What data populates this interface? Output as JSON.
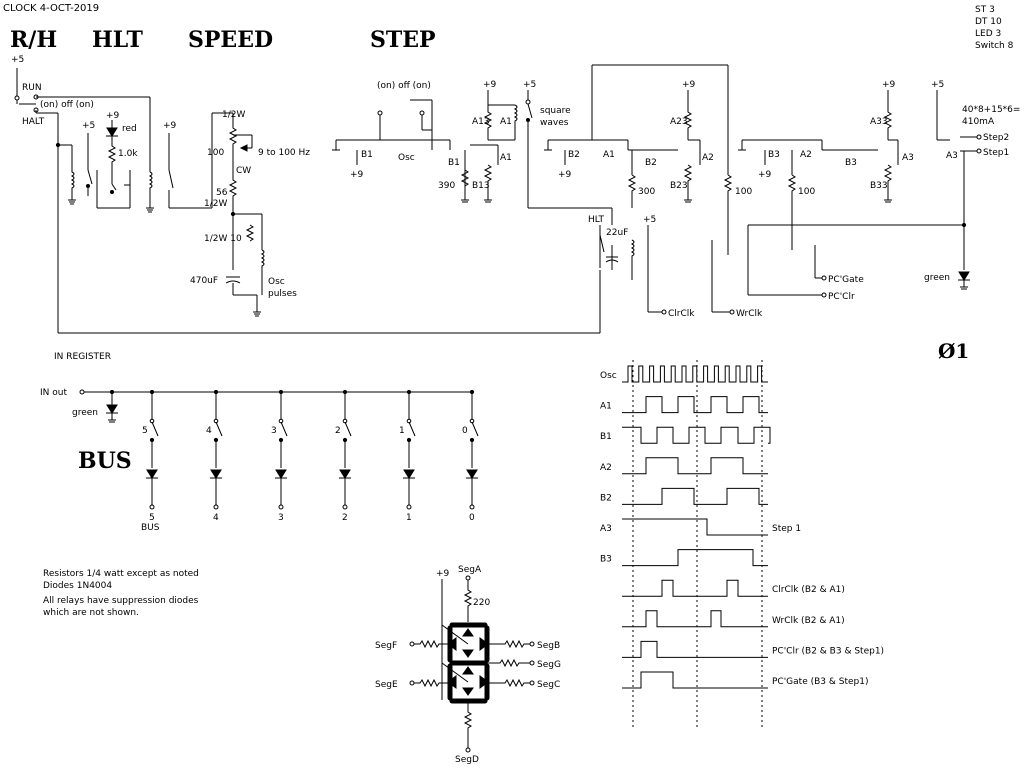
{
  "header": {
    "title": "CLOCK  4-OCT-2019",
    "sections": [
      "R/H",
      "HLT",
      "SPEED",
      "STEP"
    ],
    "counts": [
      "ST   3",
      "DT 10",
      "LED 3",
      "Switch 8"
    ],
    "current": [
      "40*8+15*6=",
      "410mA"
    ],
    "phase": "Ø1"
  },
  "rh": {
    "supply": "+5",
    "run": "RUN",
    "halt": "HALT",
    "switch_positions": "(on) off (on)"
  },
  "hlt": {
    "supply": "+5",
    "supply2": "+9",
    "led": "red",
    "resistor": "1.0k"
  },
  "speed": {
    "supply": "+9",
    "r_top": "1/2W",
    "pot": "100",
    "range": "9 to 100 Hz",
    "cw": "CW",
    "r_mid": "56",
    "r_mid_w": "1/2W",
    "r_low": "1/2W 10",
    "cap": "470uF",
    "osc_pulses": [
      "Osc",
      "pulses"
    ]
  },
  "step": {
    "switch_positions": "(on) off (on)",
    "b1": "B1",
    "plus9": "+9",
    "osc": "Osc",
    "a1": "A1",
    "a13": "A13",
    "b13": "B13",
    "r390": "390",
    "plus5": "+5",
    "square_waves": [
      "square",
      "waves"
    ],
    "b2": "B2",
    "a2": "A2",
    "a23": "A23",
    "b23": "B23",
    "r300": "300",
    "r100": "100",
    "hlt": "HLT",
    "cap22": "22uF",
    "b3": "B3",
    "a3": "A3",
    "a33": "A33",
    "b33": "B33",
    "clr": "ClrClk",
    "wr": "WrClk",
    "pcgate": "PC'Gate",
    "pcclr": "PC'Clr",
    "step2": "Step2",
    "step1": "Step1",
    "green": "green"
  },
  "in_register": {
    "title": "IN REGISTER",
    "in_out": "IN out",
    "led": "green",
    "switch_labels": [
      "5",
      "4",
      "3",
      "2",
      "1",
      "0"
    ],
    "bus_labels": [
      "5",
      "4",
      "3",
      "2",
      "1",
      "0"
    ],
    "bus_caption": "BUS",
    "bus_big": "BUS"
  },
  "notes": [
    "Resistors 1/4 watt except as noted",
    "Diodes 1N4004",
    "All relays have suppression diodes",
    "which are not shown."
  ],
  "segment": {
    "supply": "+9",
    "resistor": "220",
    "segA": "SegA",
    "segB": "SegB",
    "segC": "SegC",
    "segD": "SegD",
    "segE": "SegE",
    "segF": "SegF",
    "segG": "SegG"
  },
  "timing": {
    "signals": [
      "Osc",
      "A1",
      "B1",
      "A2",
      "B2",
      "A3",
      "B3",
      "",
      "",
      "",
      ""
    ],
    "right_labels": [
      "",
      "",
      "",
      "",
      "",
      "Step 1",
      "",
      "ClrClk (B2 & A1)",
      "WrClk (B2 & A1)",
      "PC'Clr (B2 & B3 & Step1)",
      "PC'Gate (B3 & Step1)"
    ]
  }
}
